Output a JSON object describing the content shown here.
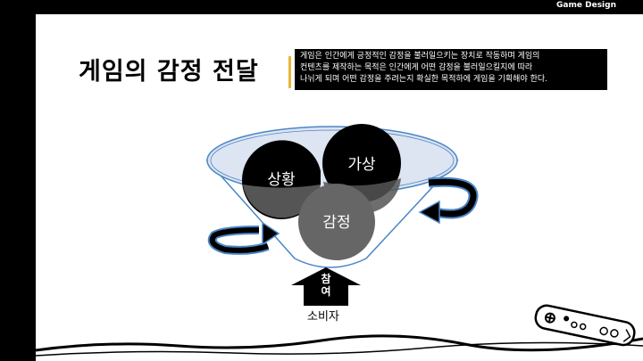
{
  "header": {
    "brand": "Game Design"
  },
  "slide": {
    "title": "게임의 감정 전달",
    "note_lines": [
      "게임은 인간에게 긍정적인 감정을 불러일으키는 장치로 작동하며 게임의",
      "컨텐츠를 제작하는 목적은 인간에게 어떤 감정을 불러일으킬지에 따라",
      "나뉘게 되며 어떤 감정을 주려는지 확실한 목적하에 게임을 기획해야 한다."
    ]
  },
  "diagram": {
    "circles": {
      "situation": "상황",
      "virtual": "가상",
      "emotion": "감정"
    },
    "arrow_label_line1": "참",
    "arrow_label_line2": "여",
    "consumer": "소비자"
  },
  "colors": {
    "accent": "#e8b53a",
    "funnel_blue": "#4a86c5",
    "circle_dark": "#000000",
    "circle_gray": "#666666"
  },
  "icons": [
    "wii-remote-icon",
    "rotation-arrow-icon",
    "up-arrow-icon"
  ]
}
